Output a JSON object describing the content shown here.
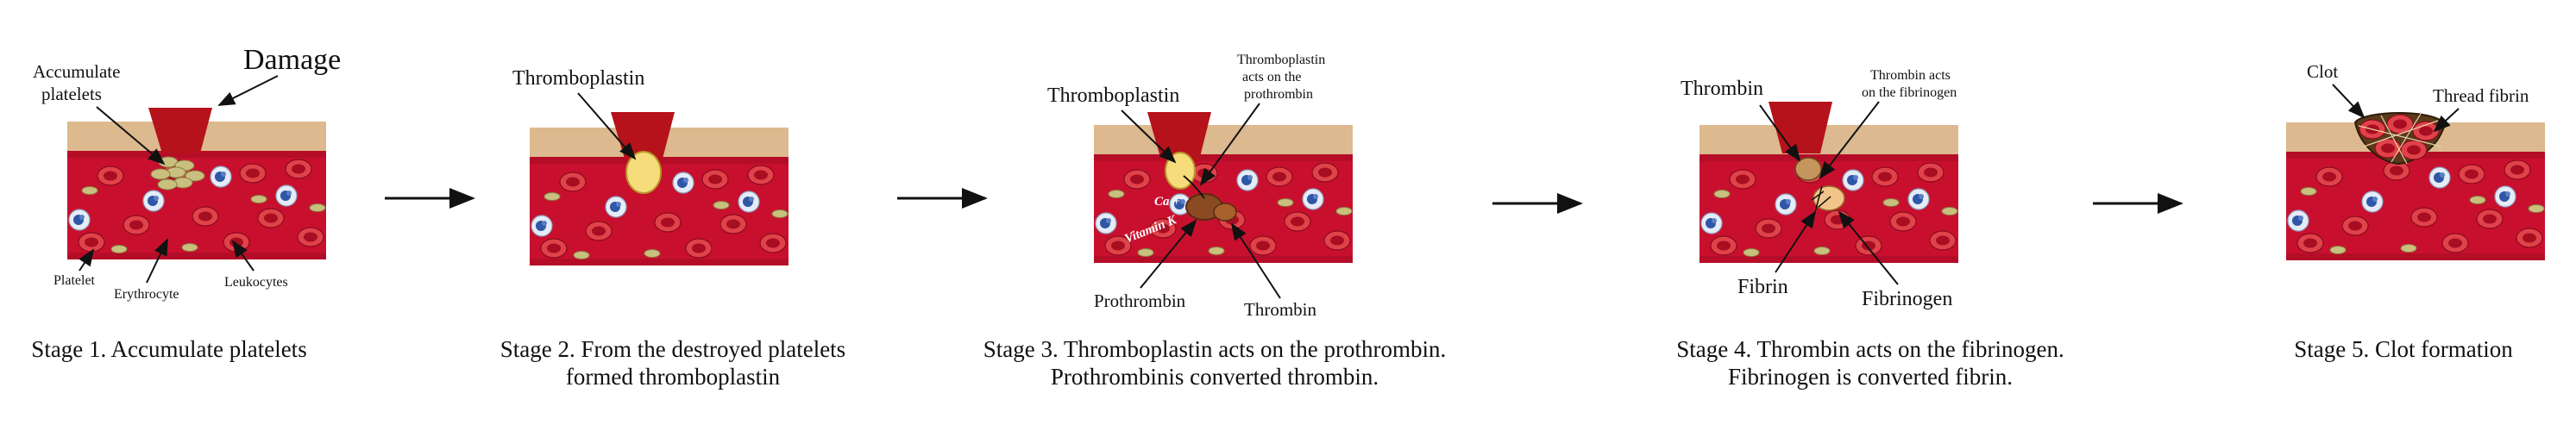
{
  "stages": [
    {
      "caption": [
        "Stage 1. Accumulate platelets"
      ],
      "labels": {
        "damage": "Damage",
        "accumulate_platelets": [
          "Accumulate",
          "platelets"
        ],
        "platelet": "Platelet",
        "erythrocyte": "Erythrocyte",
        "leukocytes": "Leukocytes"
      }
    },
    {
      "caption": [
        "Stage 2. From the destroyed platelets",
        "formed thromboplastin"
      ],
      "labels": {
        "thromboplastin": "Thromboplastin"
      }
    },
    {
      "caption": [
        "Stage 3. Thromboplastin acts on the prothrombin.",
        "Prothrombinis converted thrombin."
      ],
      "labels": {
        "thromboplastin": "Thromboplastin",
        "acts_on": [
          "Thromboplastin",
          "acts on the",
          "prothrombin"
        ],
        "prothrombin": "Prothrombin",
        "thrombin": "Thrombin",
        "ca": "Ca +",
        "vitamin": "Vitamin K"
      }
    },
    {
      "caption": [
        "Stage 4. Thrombin acts on the fibrinogen.",
        "Fibrinogen is converted fibrin."
      ],
      "labels": {
        "thrombin": "Thrombin",
        "acts_on": [
          "Thrombin acts",
          "on the fibrinogen"
        ],
        "fibrin": "Fibrin",
        "fibrinogen": "Fibrinogen"
      }
    },
    {
      "caption": [
        "Stage 5. Clot formation"
      ],
      "labels": {
        "clot": "Clot",
        "thread_fibrin": "Thread fibrin"
      }
    }
  ],
  "colors": {
    "blood": "#c8102e",
    "tissue": "#dcb98e",
    "wound": "#b5121b",
    "erythrocyte_rim": "#e0424a",
    "platelet": "#c9c080",
    "leukocyte": "#dfe6f2",
    "leukocyte_nucleus": "#2e57a8",
    "thromboplastin": "#f6dc7a",
    "prothrombin": "#8a4a22",
    "fibrinogen": "#f3c48a"
  }
}
